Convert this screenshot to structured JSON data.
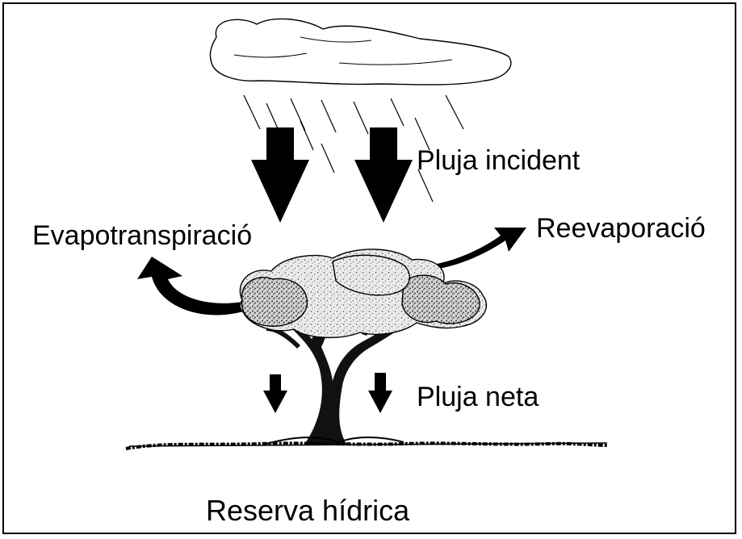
{
  "labels": {
    "rain_incident": "Pluja incident",
    "evapotranspiration": "Evapotranspiració",
    "reevaporation": "Reevaporació",
    "net_rain": "Pluja neta",
    "water_reserve": "Reserva hídrica"
  },
  "colors": {
    "ink": "#000000",
    "foliage": "#e6e6e6",
    "background": "#ffffff"
  }
}
